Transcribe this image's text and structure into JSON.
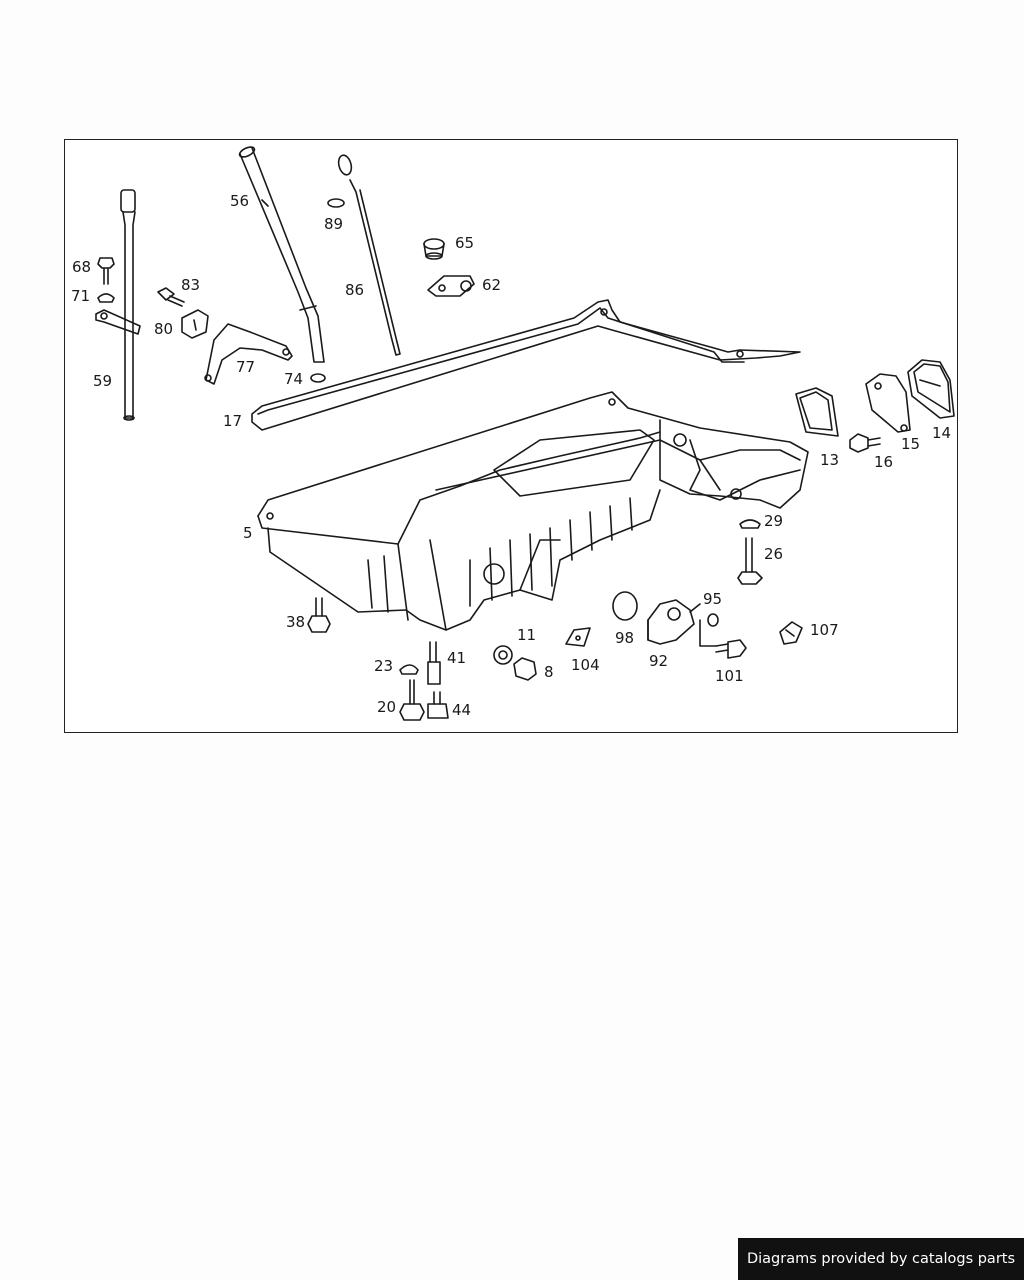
{
  "diagram": {
    "labels": {
      "p56": "56",
      "p89": "89",
      "p65": "65",
      "p62": "62",
      "p86": "86",
      "p68": "68",
      "p71": "71",
      "p83": "83",
      "p80": "80",
      "p59": "59",
      "p77": "77",
      "p74": "74",
      "p17": "17",
      "p5": "5",
      "p13": "13",
      "p16": "16",
      "p15": "15",
      "p14": "14",
      "p29": "29",
      "p26": "26",
      "p95": "95",
      "p107": "107",
      "p98": "98",
      "p92": "92",
      "p101": "101",
      "p38": "38",
      "p11": "11",
      "p104": "104",
      "p8": "8",
      "p41": "41",
      "p23": "23",
      "p20": "20",
      "p44": "44"
    }
  },
  "footer": {
    "credit": "Diagrams provided by catalogs parts"
  },
  "colors": {
    "line": "#1a1a1a",
    "badge_bg": "#111111",
    "badge_text": "#ffffff"
  }
}
